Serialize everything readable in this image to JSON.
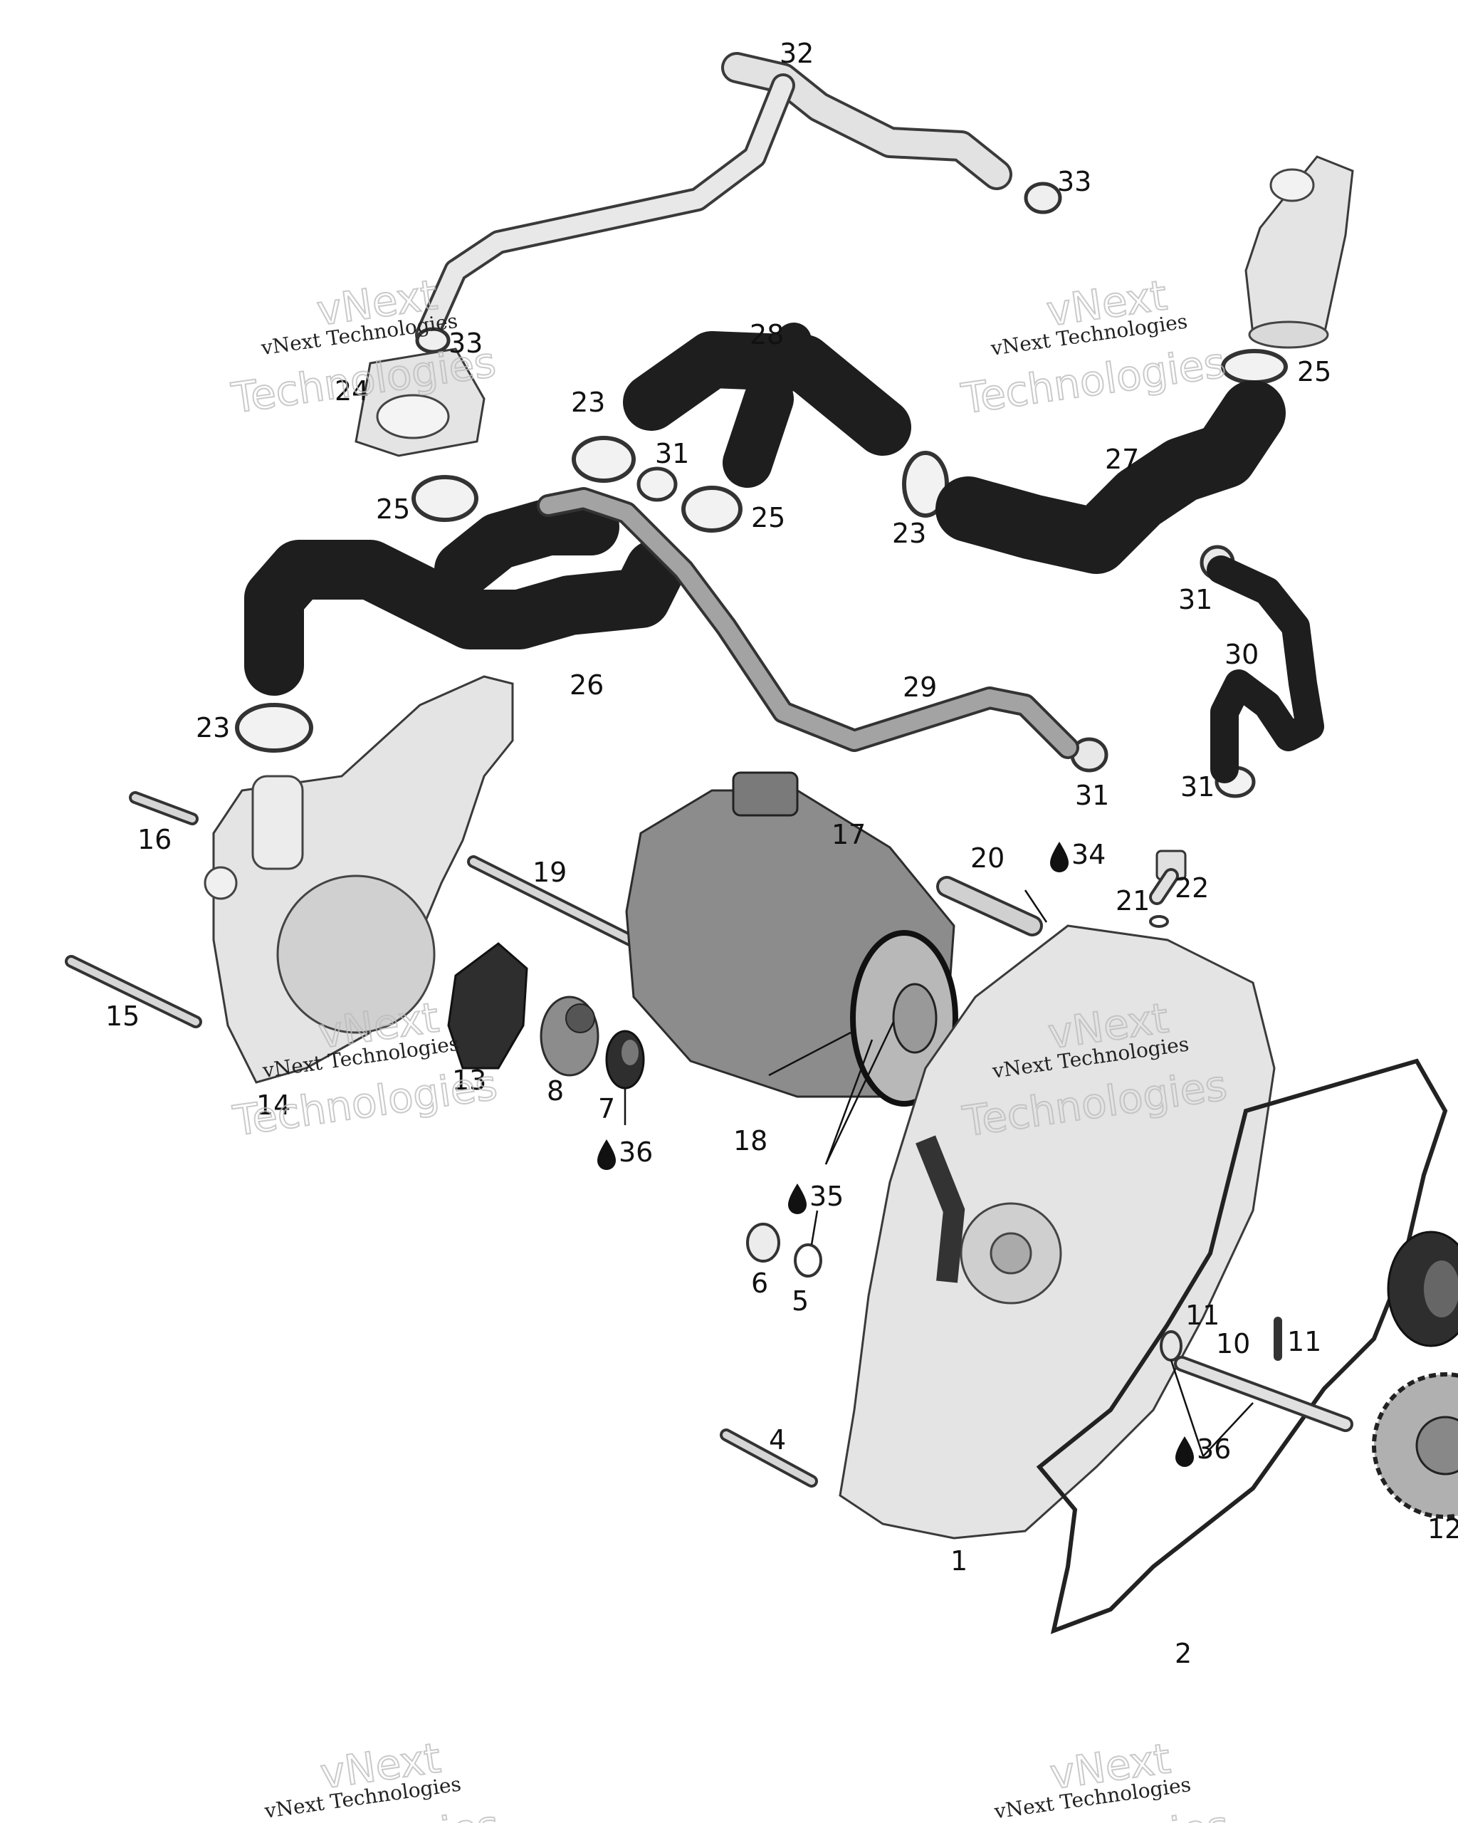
{
  "watermark": {
    "brand": "vNext",
    "company": "vNext Technologies",
    "word": "Technologies"
  },
  "callouts": [
    {
      "id": "c1",
      "text": "1"
    },
    {
      "id": "c2",
      "text": "2"
    },
    {
      "id": "c4",
      "text": "4"
    },
    {
      "id": "c5",
      "text": "5"
    },
    {
      "id": "c6",
      "text": "6"
    },
    {
      "id": "c7",
      "text": "7"
    },
    {
      "id": "c8",
      "text": "8"
    },
    {
      "id": "c10",
      "text": "10"
    },
    {
      "id": "c11a",
      "text": "11"
    },
    {
      "id": "c11b",
      "text": "11"
    },
    {
      "id": "c12",
      "text": "12"
    },
    {
      "id": "c13",
      "text": "13"
    },
    {
      "id": "c14",
      "text": "14"
    },
    {
      "id": "c15",
      "text": "15"
    },
    {
      "id": "c16",
      "text": "16"
    },
    {
      "id": "c17",
      "text": "17"
    },
    {
      "id": "c18",
      "text": "18"
    },
    {
      "id": "c19",
      "text": "19"
    },
    {
      "id": "c20",
      "text": "20"
    },
    {
      "id": "c21",
      "text": "21"
    },
    {
      "id": "c22",
      "text": "22"
    },
    {
      "id": "c23a",
      "text": "23"
    },
    {
      "id": "c23b",
      "text": "23"
    },
    {
      "id": "c23c",
      "text": "23"
    },
    {
      "id": "c24",
      "text": "24"
    },
    {
      "id": "c25a",
      "text": "25"
    },
    {
      "id": "c25b",
      "text": "25"
    },
    {
      "id": "c25c",
      "text": "25"
    },
    {
      "id": "c26",
      "text": "26"
    },
    {
      "id": "c27",
      "text": "27"
    },
    {
      "id": "c28",
      "text": "28"
    },
    {
      "id": "c29",
      "text": "29"
    },
    {
      "id": "c30",
      "text": "30"
    },
    {
      "id": "c31a",
      "text": "31"
    },
    {
      "id": "c31b",
      "text": "31"
    },
    {
      "id": "c31c",
      "text": "31"
    },
    {
      "id": "c31d",
      "text": "31"
    },
    {
      "id": "c32",
      "text": "32"
    },
    {
      "id": "c33a",
      "text": "33"
    },
    {
      "id": "c33b",
      "text": "33"
    },
    {
      "id": "c34",
      "text": "34"
    },
    {
      "id": "c35",
      "text": "35"
    },
    {
      "id": "c36a",
      "text": "36"
    },
    {
      "id": "c36b",
      "text": "36"
    }
  ]
}
